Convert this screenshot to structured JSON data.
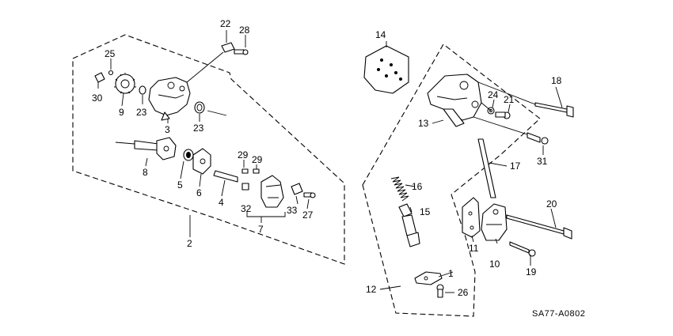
{
  "diagram": {
    "callouts": {
      "c1": "1",
      "c2": "2",
      "c3": "3",
      "c4": "4",
      "c5": "5",
      "c6": "6",
      "c7": "7",
      "c8": "8",
      "c9": "9",
      "c10": "10",
      "c11": "11",
      "c12": "12",
      "c13": "13",
      "c14": "14",
      "c15": "15",
      "c16": "16",
      "c17": "17",
      "c18": "18",
      "c19": "19",
      "c20": "20",
      "c21": "21",
      "c22": "22",
      "c23a": "23",
      "c23b": "23",
      "c24": "24",
      "c25": "25",
      "c26": "26",
      "c27": "27",
      "c28": "28",
      "c29a": "29",
      "c29b": "29",
      "c30": "30",
      "c31": "31",
      "c32": "32",
      "c33": "33"
    },
    "diagram_code": "SA77-A0802"
  }
}
